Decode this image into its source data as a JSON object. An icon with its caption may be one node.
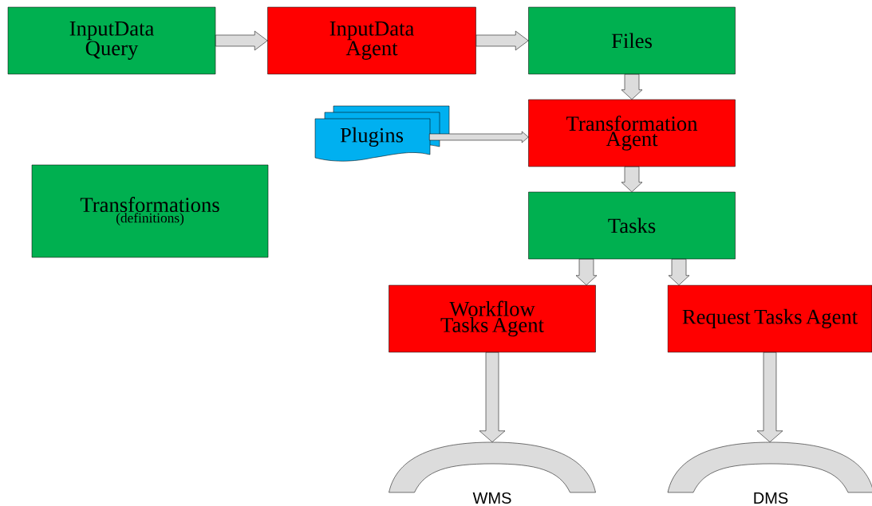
{
  "diagram": {
    "nodes": [
      {
        "text": [
          "InputData Query"
        ]
      },
      {
        "text": [
          "InputData Agent"
        ]
      },
      {
        "text": [
          "Files"
        ]
      },
      {
        "text": [
          "Plugins"
        ]
      },
      {
        "text": [
          "Transformation Agent"
        ]
      },
      {
        "text": [
          "Transformations",
          "(definitions)"
        ]
      },
      {
        "text": [
          "Tasks"
        ]
      },
      {
        "text": [
          "Workflow Tasks Agent"
        ]
      },
      {
        "text": [
          "Request Tasks Agent"
        ]
      },
      {
        "text": [
          "WMS"
        ]
      },
      {
        "text": [
          "DMS"
        ]
      }
    ],
    "edges": [
      {
        "from": 0,
        "to": 1,
        "arrow": "to"
      },
      {
        "from": 1,
        "to": 2,
        "arrow": "to"
      },
      {
        "from": 2,
        "to": 4,
        "arrow": "to"
      },
      {
        "from": 3,
        "to": 4,
        "arrow": "to"
      },
      {
        "from": 4,
        "to": 6,
        "arrow": "to"
      },
      {
        "from": 6,
        "to": 7,
        "arrow": "to"
      },
      {
        "from": 6,
        "to": 8,
        "arrow": "to"
      },
      {
        "from": 7,
        "to": 9,
        "arrow": "to"
      },
      {
        "from": 8,
        "to": 10,
        "arrow": "to"
      }
    ]
  }
}
